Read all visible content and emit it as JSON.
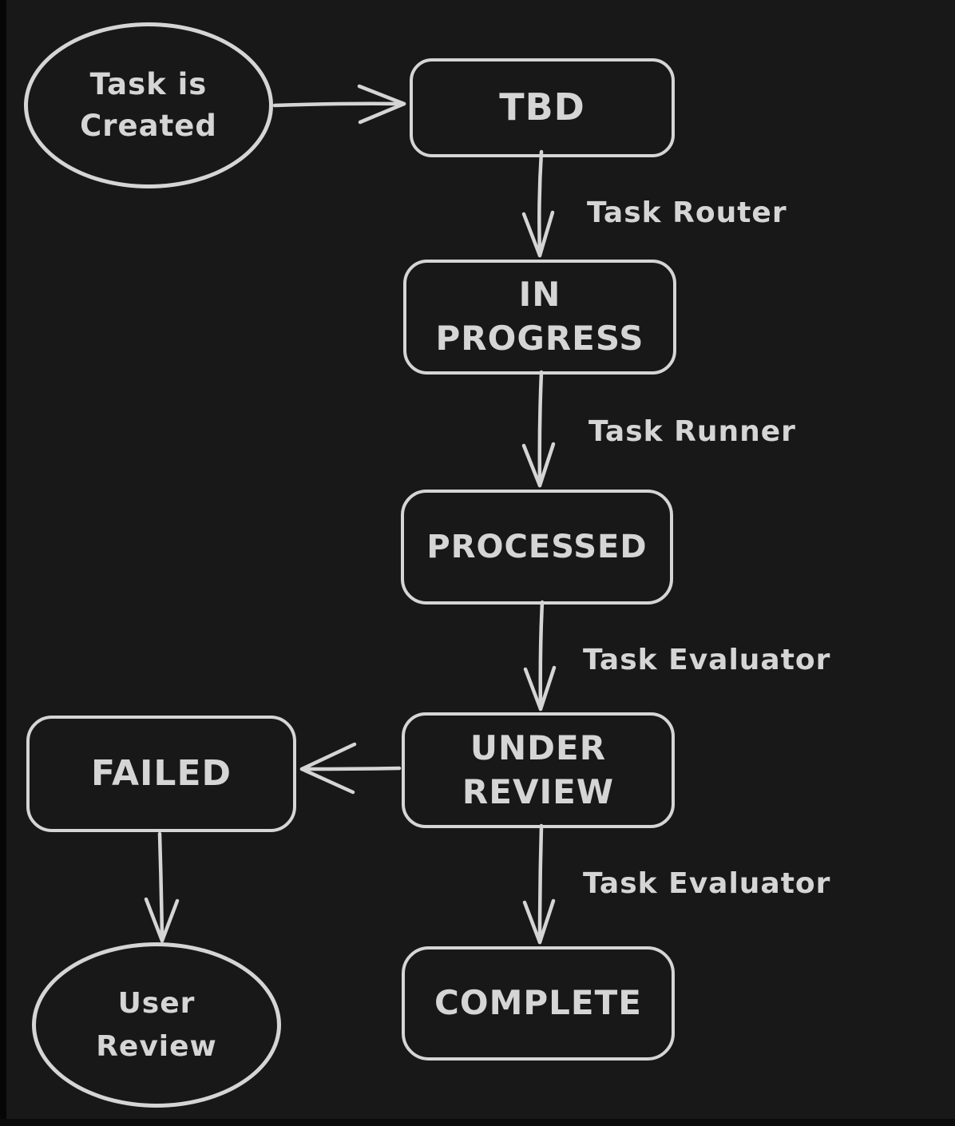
{
  "canvas": {
    "background": "#181818",
    "stroke_color": "#d5d5d5"
  },
  "nodes": {
    "task_created": {
      "label": "Task is\nCreated",
      "shape": "ellipse"
    },
    "tbd": {
      "label": "TBD",
      "shape": "rounded-rect"
    },
    "in_progress": {
      "label": "IN\nPROGRESS",
      "shape": "rounded-rect"
    },
    "processed": {
      "label": "PROCESSED",
      "shape": "rounded-rect"
    },
    "under_review": {
      "label": "UNDER\nREVIEW",
      "shape": "rounded-rect"
    },
    "failed": {
      "label": "FAILED",
      "shape": "rounded-rect"
    },
    "complete": {
      "label": "COMPLETE",
      "shape": "rounded-rect"
    },
    "user_review": {
      "label": "User\nReview",
      "shape": "ellipse"
    }
  },
  "edges": {
    "task_created_to_tbd": {
      "label": ""
    },
    "tbd_to_in_progress": {
      "label": "Task Router"
    },
    "in_progress_to_processed": {
      "label": "Task Runner"
    },
    "processed_to_under_review": {
      "label": "Task Evaluator"
    },
    "under_review_to_complete": {
      "label": "Task Evaluator"
    },
    "under_review_to_failed": {
      "label": ""
    },
    "failed_to_user_review": {
      "label": ""
    }
  }
}
